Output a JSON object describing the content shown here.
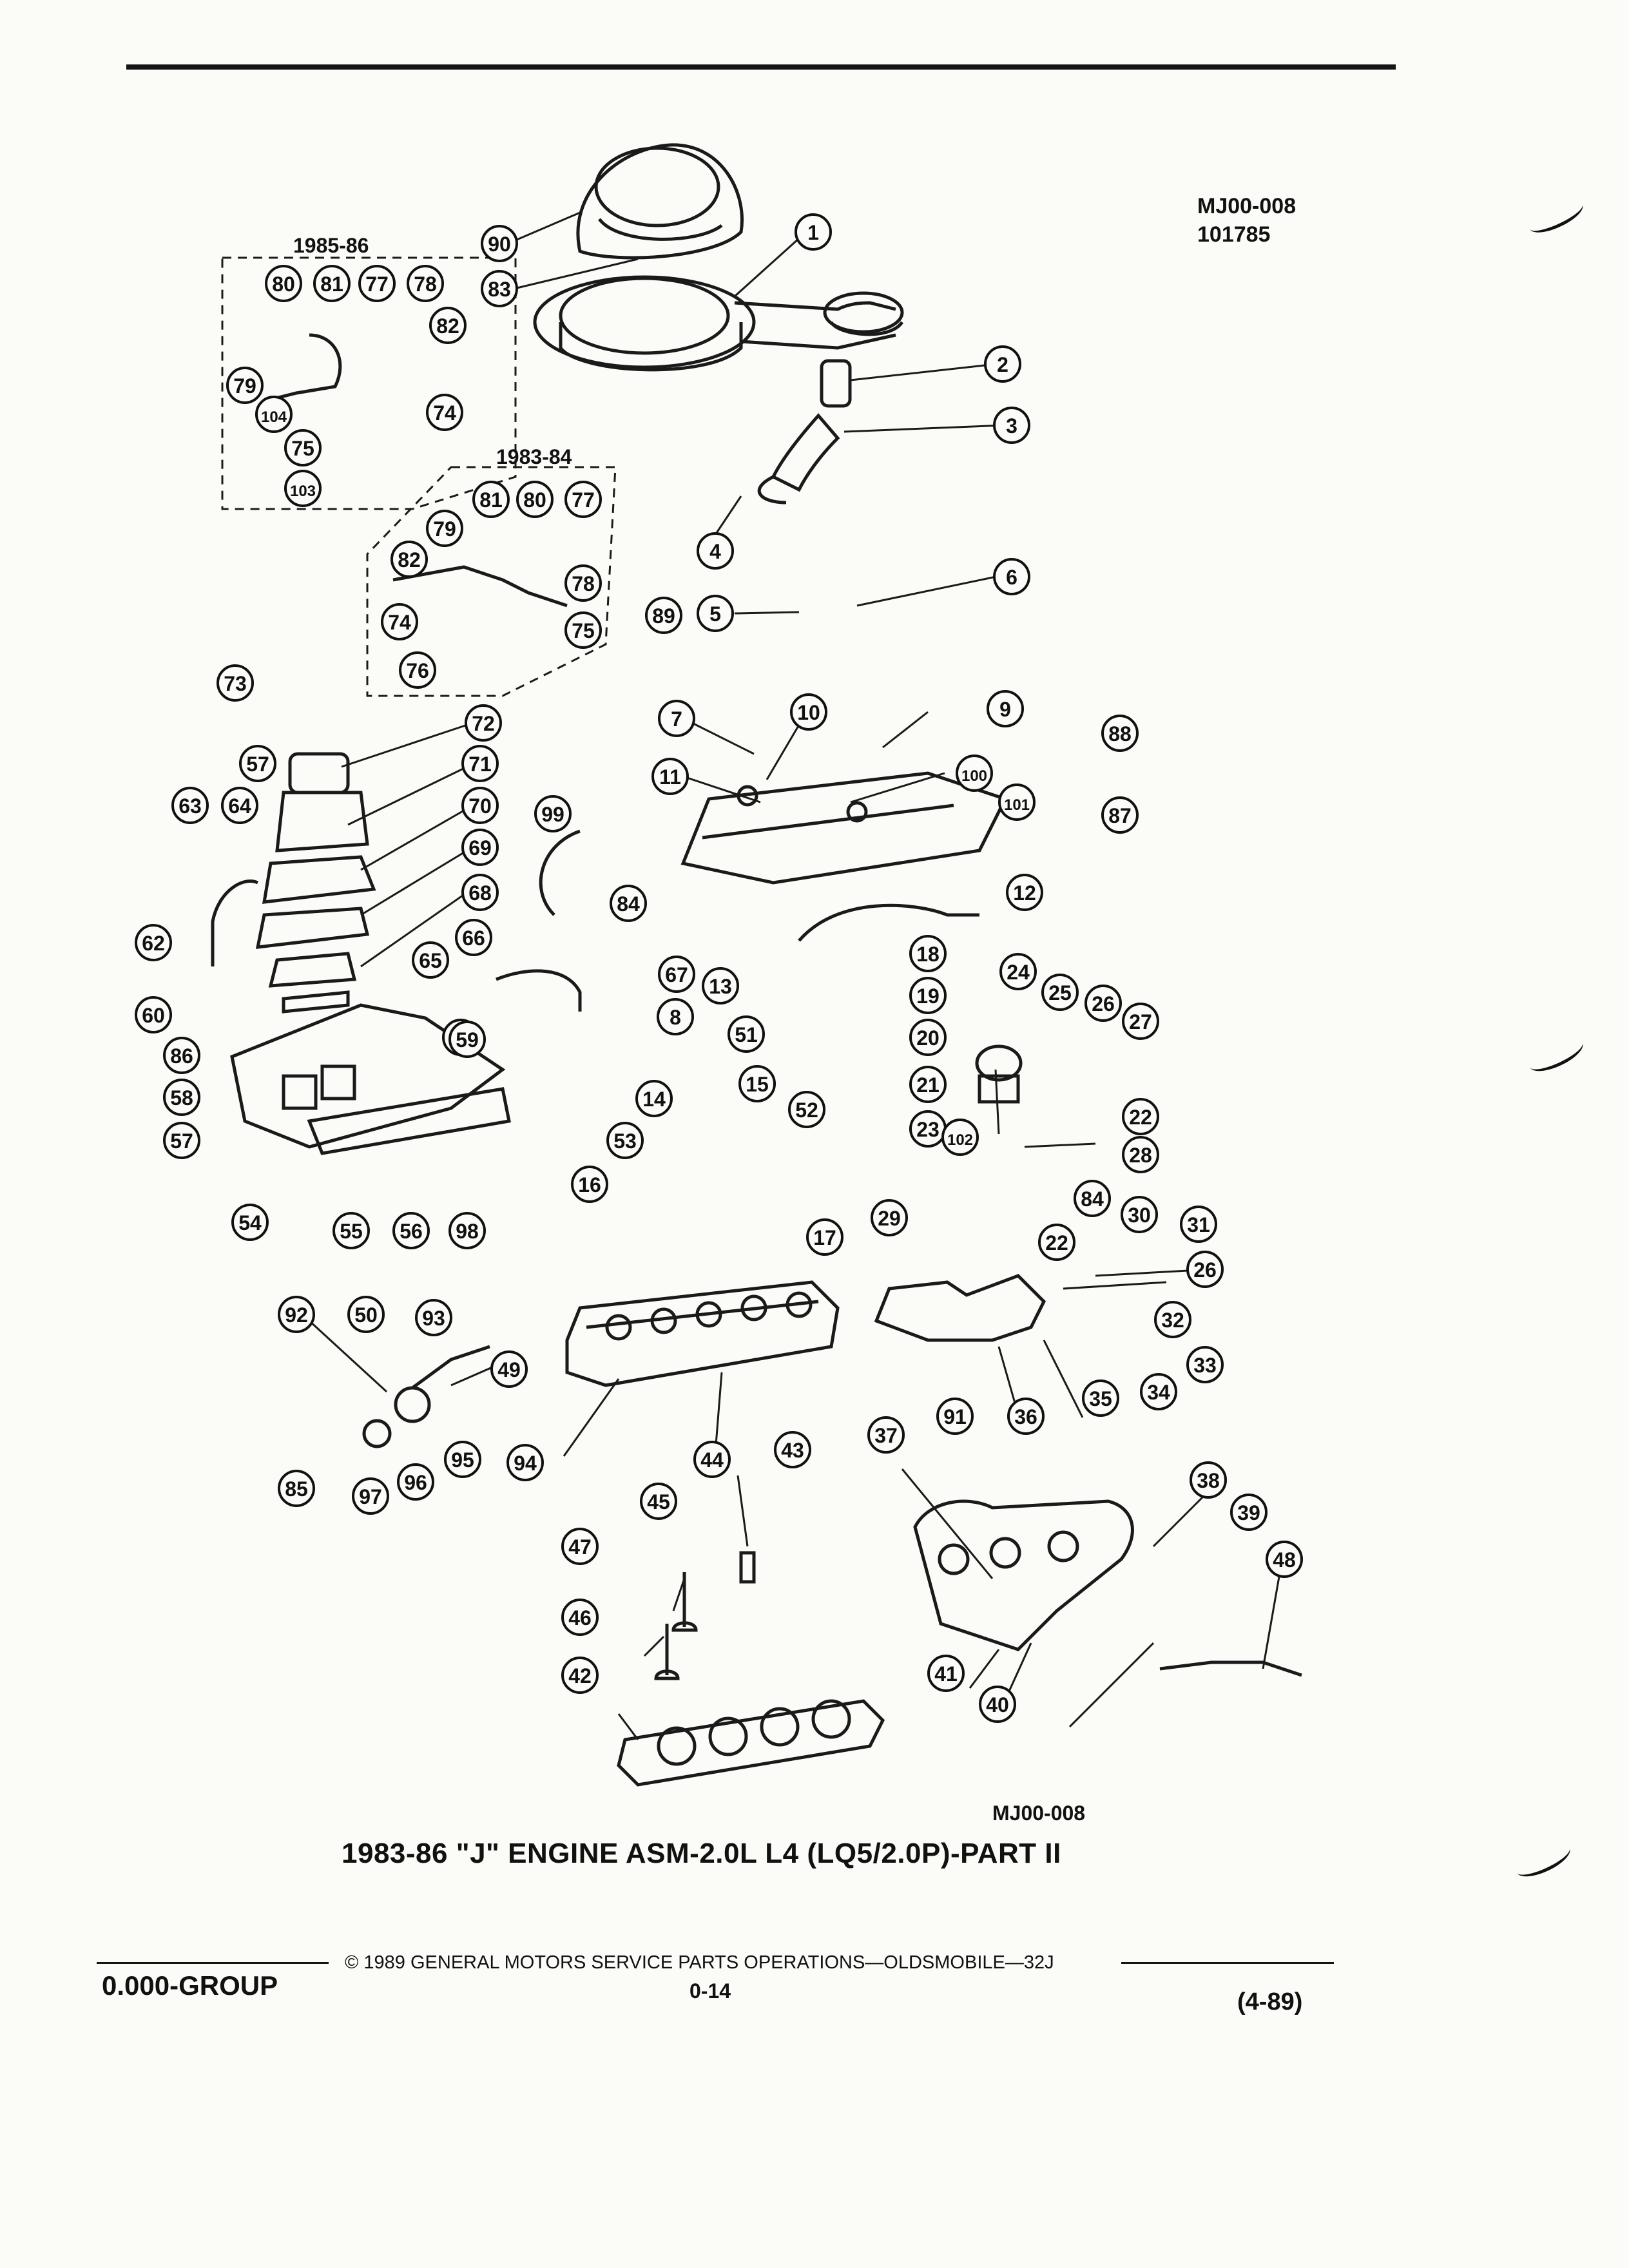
{
  "header": {
    "ref_code": "MJ00-008",
    "ref_number": "101785"
  },
  "groups": [
    {
      "label": "1985-86"
    },
    {
      "label": "1983-84"
    }
  ],
  "figure": {
    "code": "MJ00-008",
    "caption": "1983-86 \"J\" ENGINE ASM-2.0L L4 (LQ5/2.0P)-PART II"
  },
  "footer": {
    "group": "0.000-GROUP",
    "copyright": "© 1989 GENERAL MOTORS SERVICE PARTS OPERATIONS—OLDSMOBILE—32J",
    "page": "0-14",
    "date": "(4-89)"
  },
  "callouts": [
    {
      "n": "90"
    },
    {
      "n": "83"
    },
    {
      "n": "1"
    },
    {
      "n": "2"
    },
    {
      "n": "3"
    },
    {
      "n": "4"
    },
    {
      "n": "5"
    },
    {
      "n": "6"
    },
    {
      "n": "89"
    },
    {
      "n": "80"
    },
    {
      "n": "81"
    },
    {
      "n": "77"
    },
    {
      "n": "78"
    },
    {
      "n": "82"
    },
    {
      "n": "79"
    },
    {
      "n": "104"
    },
    {
      "n": "75"
    },
    {
      "n": "74"
    },
    {
      "n": "103"
    },
    {
      "n": "81"
    },
    {
      "n": "80"
    },
    {
      "n": "77"
    },
    {
      "n": "79"
    },
    {
      "n": "78"
    },
    {
      "n": "82"
    },
    {
      "n": "74"
    },
    {
      "n": "75"
    },
    {
      "n": "76"
    },
    {
      "n": "73"
    },
    {
      "n": "72"
    },
    {
      "n": "57"
    },
    {
      "n": "71"
    },
    {
      "n": "63"
    },
    {
      "n": "64"
    },
    {
      "n": "70"
    },
    {
      "n": "69"
    },
    {
      "n": "68"
    },
    {
      "n": "62"
    },
    {
      "n": "66"
    },
    {
      "n": "65"
    },
    {
      "n": "60"
    },
    {
      "n": "61"
    },
    {
      "n": "86"
    },
    {
      "n": "59"
    },
    {
      "n": "58"
    },
    {
      "n": "57"
    },
    {
      "n": "54"
    },
    {
      "n": "55"
    },
    {
      "n": "56"
    },
    {
      "n": "98"
    },
    {
      "n": "99"
    },
    {
      "n": "84"
    },
    {
      "n": "67"
    },
    {
      "n": "8"
    },
    {
      "n": "7"
    },
    {
      "n": "10"
    },
    {
      "n": "9"
    },
    {
      "n": "11"
    },
    {
      "n": "100"
    },
    {
      "n": "88"
    },
    {
      "n": "101"
    },
    {
      "n": "87"
    },
    {
      "n": "12"
    },
    {
      "n": "13"
    },
    {
      "n": "51"
    },
    {
      "n": "14"
    },
    {
      "n": "15"
    },
    {
      "n": "52"
    },
    {
      "n": "53"
    },
    {
      "n": "16"
    },
    {
      "n": "17"
    },
    {
      "n": "18"
    },
    {
      "n": "19"
    },
    {
      "n": "20"
    },
    {
      "n": "21"
    },
    {
      "n": "23"
    },
    {
      "n": "24"
    },
    {
      "n": "25"
    },
    {
      "n": "26"
    },
    {
      "n": "27"
    },
    {
      "n": "22"
    },
    {
      "n": "102"
    },
    {
      "n": "28"
    },
    {
      "n": "84"
    },
    {
      "n": "29"
    },
    {
      "n": "22"
    },
    {
      "n": "30"
    },
    {
      "n": "31"
    },
    {
      "n": "26"
    },
    {
      "n": "32"
    },
    {
      "n": "33"
    },
    {
      "n": "34"
    },
    {
      "n": "35"
    },
    {
      "n": "36"
    },
    {
      "n": "91"
    },
    {
      "n": "92"
    },
    {
      "n": "50"
    },
    {
      "n": "93"
    },
    {
      "n": "49"
    },
    {
      "n": "94"
    },
    {
      "n": "95"
    },
    {
      "n": "96"
    },
    {
      "n": "97"
    },
    {
      "n": "85"
    },
    {
      "n": "45"
    },
    {
      "n": "44"
    },
    {
      "n": "43"
    },
    {
      "n": "37"
    },
    {
      "n": "38"
    },
    {
      "n": "39"
    },
    {
      "n": "48"
    },
    {
      "n": "47"
    },
    {
      "n": "46"
    },
    {
      "n": "42"
    },
    {
      "n": "41"
    },
    {
      "n": "40"
    }
  ]
}
